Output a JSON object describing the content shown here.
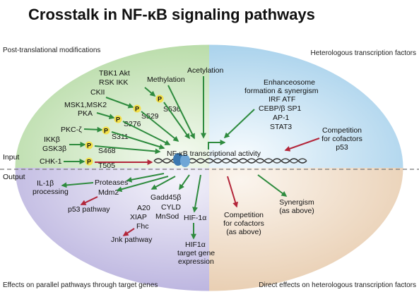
{
  "title": "Crosstalk in NF-κB signaling pathways",
  "corners": {
    "top_left": "Post-translational modifications",
    "top_right": "Heterologous transcription factors",
    "bottom_left": "Effects on parallel pathways through target genes",
    "bottom_right": "Direct effects on heterologous transcription factors"
  },
  "side_labels": {
    "input": "Input",
    "output": "Output"
  },
  "center_label": "NF-κB transcriptional activity",
  "kinases": {
    "tbk1_akt": "TBK1 Akt",
    "rsk_ikk": "RSK IKK",
    "ckii": "CKII",
    "msk": "MSK1,MSK2",
    "pka": "PKA",
    "pkc": "PKC-ζ",
    "ikkb": "IKKβ",
    "gsk3b": "GSK3β",
    "chk1": "CHK-1"
  },
  "sites": [
    "S536",
    "S529",
    "S276",
    "S311",
    "S468",
    "T505"
  ],
  "phospho_glyph": "P",
  "modifications": {
    "methylation": "Methylation",
    "acetylation": "Acetylation"
  },
  "heterologous": {
    "enh1": "Enhanceosome",
    "enh2": "formation & synergism",
    "irf": "IRF ATF",
    "cebp": "CEBP/β SP1",
    "ap1": "AP-1",
    "stat3": "STAT3",
    "comp1": "Competition",
    "comp2": "for cofactors",
    "comp3": "p53"
  },
  "outputs": {
    "il1b1": "IL-1β",
    "il1b2": "processing",
    "proteases": "Proteases",
    "mdm2": "Mdm2",
    "p53path": "p53 pathway",
    "a20": "A20",
    "xiap": "XIAP",
    "fhc": "Fhc",
    "jnk": "Jnk pathway",
    "gadd": "Gadd45β",
    "cyld": "CYLD",
    "mnsod": "MnSod",
    "hif": "HIF-1α",
    "hiftg1": "HIF1α",
    "hiftg2": "target gene",
    "hiftg3": "expression",
    "comp_a": "Competition",
    "comp_b": "for cofactors",
    "comp_c": "(as above)",
    "syn_a": "Synergism",
    "syn_b": "(as above)"
  },
  "colors": {
    "quadrant_top_left": "#cfe6c4",
    "quadrant_top_right": "#cde3f0",
    "quadrant_bottom_left": "#d5d2ea",
    "quadrant_bottom_right": "#f1e1cf",
    "arrow_green": "#2e8b3e",
    "arrow_red": "#b3263a",
    "phospho_yellow": "#f3e04a",
    "dna_blue": "#3a78b0"
  }
}
